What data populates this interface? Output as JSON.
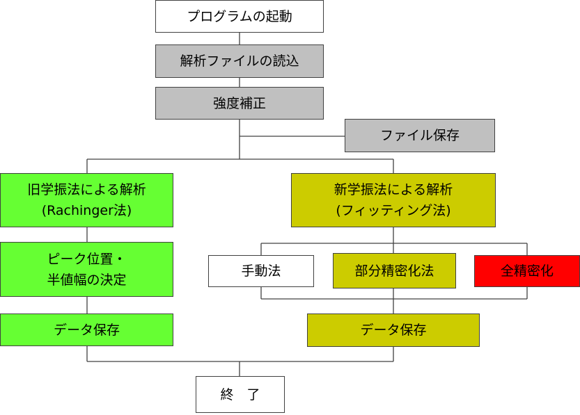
{
  "colors": {
    "white": "#ffffff",
    "gray": "#c0c0c0",
    "green": "#66ff33",
    "olive": "#cccc00",
    "red": "#ff0000",
    "line": "#404040"
  },
  "nodes": {
    "start": {
      "text": "プログラムの起動"
    },
    "read_file": {
      "text": "解析ファイルの読込"
    },
    "intensity_correction": {
      "text": "強度補正"
    },
    "save_file": {
      "text": "ファイル保存"
    },
    "old_method": {
      "line1": "旧学振法による解析",
      "line2": "(Rachinger法)"
    },
    "peak": {
      "line1": "ピーク位置・",
      "line2": "半値幅の決定"
    },
    "old_save": {
      "text": "データ保存"
    },
    "new_method": {
      "line1": "新学振法による解析",
      "line2": "(フィッティング法)"
    },
    "manual": {
      "text": "手動法"
    },
    "partial": {
      "text": "部分精密化法"
    },
    "full": {
      "text": "全精密化"
    },
    "new_save": {
      "text": "データ保存"
    },
    "end": {
      "text": "終　了"
    }
  }
}
